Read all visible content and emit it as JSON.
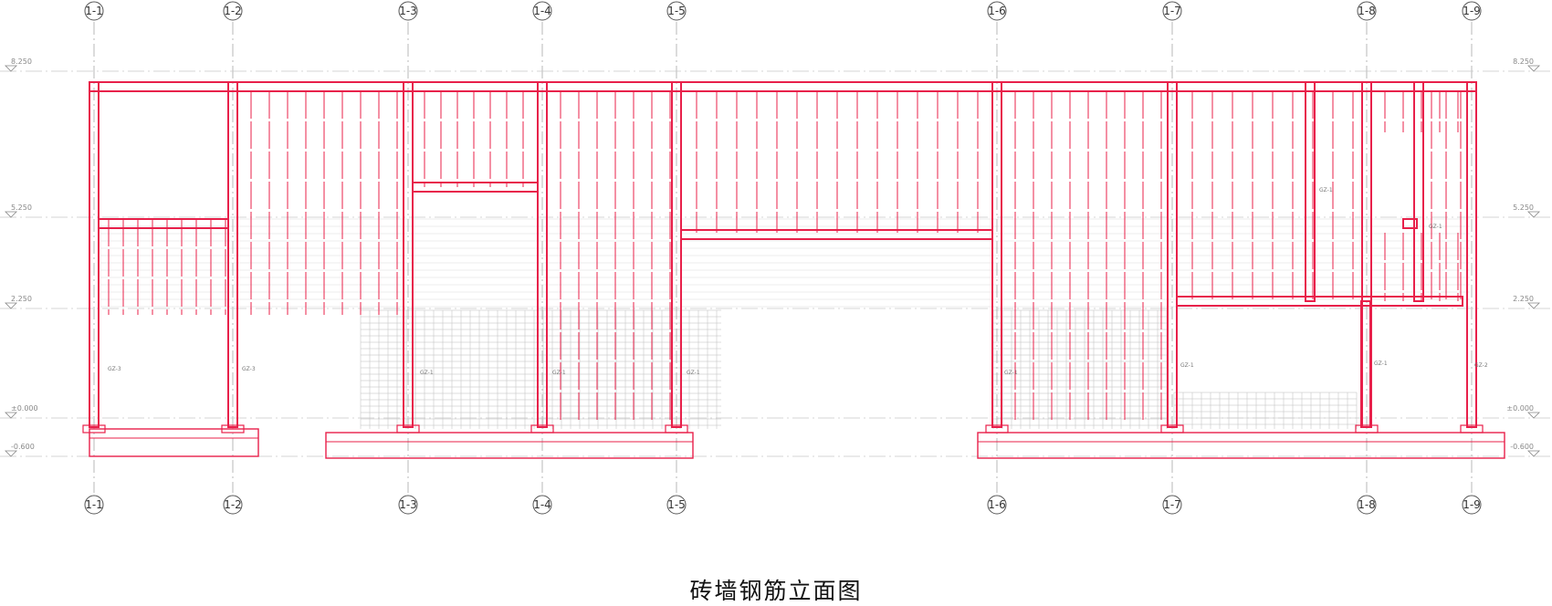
{
  "title": "砖墙钢筋立面图",
  "axes": [
    "1-1",
    "1-2",
    "1-3",
    "1-4",
    "1-5",
    "1-6",
    "1-7",
    "1-8",
    "1-9"
  ],
  "levels": [
    "8.250",
    "5.250",
    "2.250",
    "±0.000",
    "-0.600"
  ],
  "column_tags": [
    "GZ-3",
    "GZ-3",
    "GZ-1",
    "GZ-1",
    "GZ-1",
    "GZ-1",
    "GZ-1",
    "GZ-1",
    "GZ-1",
    "GZ-1",
    "GZ-2"
  ],
  "colors": {
    "rebar": "#e8204a",
    "grid": "#9a9a9a",
    "masonry": "#bdbdbd",
    "text": "#333333"
  }
}
